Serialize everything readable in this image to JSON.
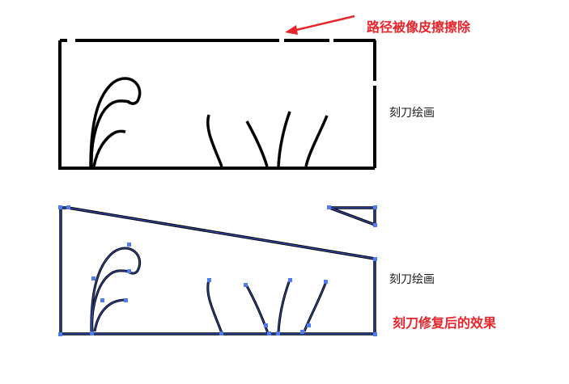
{
  "annotations": {
    "top_callout": "路径被像皮擦擦除",
    "top_label": "刻刀绘画",
    "bottom_label": "刻刀绘画",
    "bottom_callout": "刻刀修复后的效果"
  },
  "colors": {
    "stroke": "#000000",
    "callout": "#e8242a",
    "path_selection": "#3a56c8",
    "anchor": "#4f7df0"
  },
  "icons": {
    "arrow": "red-arrow-left"
  }
}
